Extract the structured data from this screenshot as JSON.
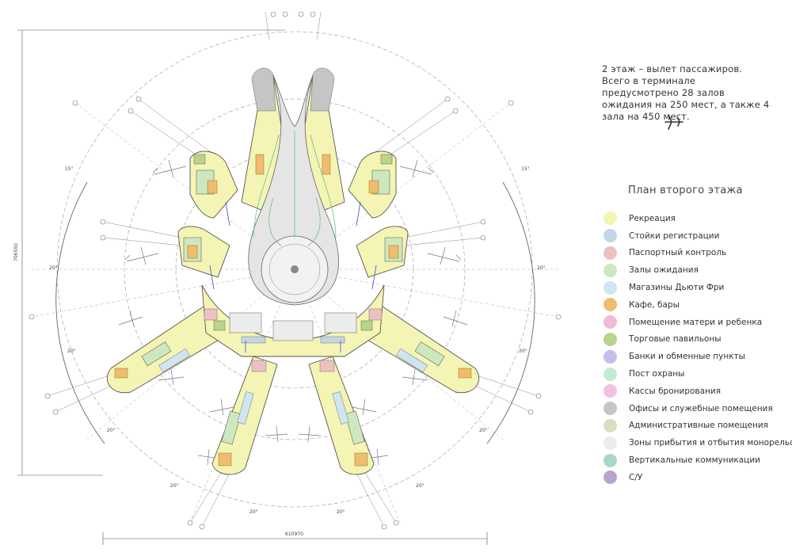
{
  "description": "2 этаж – вылет пассажиров. Всего в терминале предусмотрено 28 залов ожидания на 250 мест, а также 4 зала на 450 мест.",
  "plane_icon": "airplane-icon",
  "legend": {
    "title": "План второго этажа",
    "items": [
      {
        "label": "Рекреация",
        "color": "#f4f4b4"
      },
      {
        "label": "Стойки регистрации",
        "color": "#c2d6e6"
      },
      {
        "label": "Паспортный контроль",
        "color": "#ecc1c1"
      },
      {
        "label": "Залы ожидания",
        "color": "#cde8bf"
      },
      {
        "label": "Магазины Дьюти Фри",
        "color": "#cfe5f2"
      },
      {
        "label": "Кафе, бары",
        "color": "#eebd6e"
      },
      {
        "label": "Помещение матери и ребенка",
        "color": "#f1b9d3"
      },
      {
        "label": "Торговые павильоны",
        "color": "#b9d48b"
      },
      {
        "label": "Банки и обменные пункты",
        "color": "#c9bcea"
      },
      {
        "label": "Пост охраны",
        "color": "#c3ecd3"
      },
      {
        "label": "Кассы бронирования",
        "color": "#f1c1e2"
      },
      {
        "label": "Офисы и служебные помещения",
        "color": "#c5c5c5"
      },
      {
        "label": "Административные помещения",
        "color": "#d6dfbf"
      },
      {
        "label": "Зоны прибытия и отбытия монорельса",
        "color": "#ececec"
      },
      {
        "label": "Вертикальные коммуникации",
        "color": "#a9d6cc"
      },
      {
        "label": "С/У",
        "color": "#b6a6cc"
      }
    ]
  },
  "dimensions": {
    "width": "610970",
    "height": "706550",
    "angle_15": "15°",
    "angle_20": "20°"
  }
}
